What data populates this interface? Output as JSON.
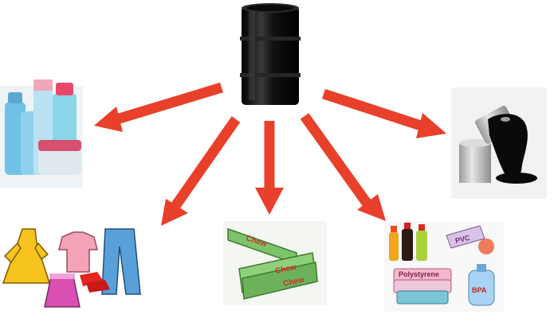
{
  "colors": {
    "arrow": "#e8402a",
    "barrel": "#111111",
    "background": "#ffffff"
  },
  "center": {
    "name": "oil-barrel",
    "icon": "barrel-icon"
  },
  "products": [
    {
      "name": "cosmetics-bottles",
      "icon": "bottles-icon"
    },
    {
      "name": "clothing",
      "icon": "clothes-icon"
    },
    {
      "name": "chewing-gum",
      "icon": "gum-icon",
      "labels": [
        "Chew",
        "Chew",
        "Chew"
      ]
    },
    {
      "name": "plastics",
      "icon": "plastics-icon",
      "labels": [
        "PVC",
        "Polystyrene",
        "BPA"
      ]
    },
    {
      "name": "paint-can",
      "icon": "paint-can-icon"
    }
  ]
}
